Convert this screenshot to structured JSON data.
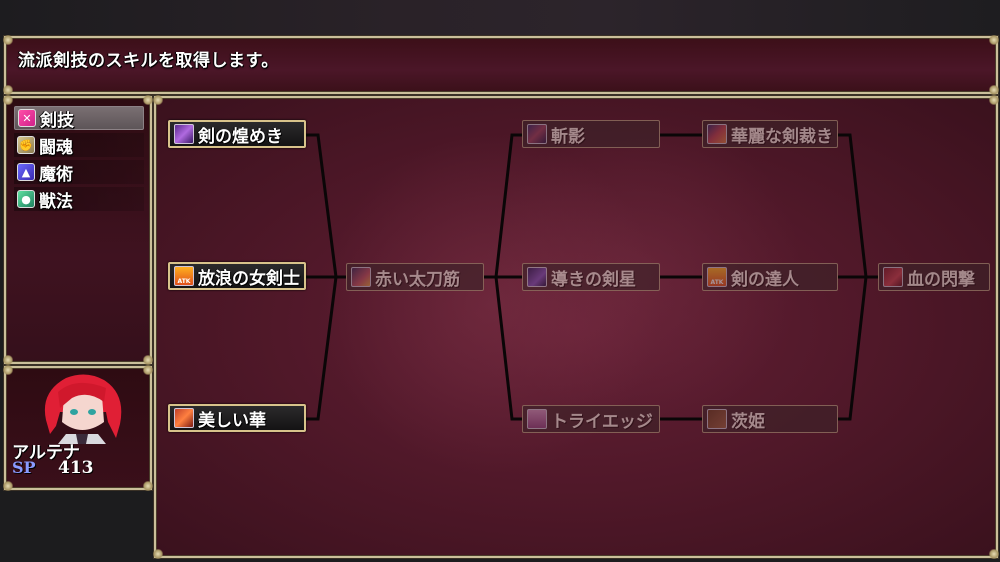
{
  "help": {
    "message": "流派剣技のスキルを取得します。"
  },
  "categories": [
    {
      "label": "剣技",
      "icon": "sword-icon",
      "selected": true
    },
    {
      "label": "闘魂",
      "icon": "fist-icon",
      "selected": false
    },
    {
      "label": "魔術",
      "icon": "wizard-hat-icon",
      "selected": false
    },
    {
      "label": "獣法",
      "icon": "beast-icon",
      "selected": false
    }
  ],
  "actor": {
    "name": "アルテナ",
    "sp_label": "SP",
    "sp_value": "413",
    "portrait": "red-haired-girl-portrait"
  },
  "skill_tree": {
    "nodes": [
      {
        "id": "n1",
        "label": "剣の煌めき",
        "icon": "sword-glint-icon",
        "state": "learned"
      },
      {
        "id": "n2",
        "label": "放浪の女剣士",
        "icon": "atk-up-icon",
        "state": "learned"
      },
      {
        "id": "n3",
        "label": "美しい華",
        "icon": "flower-burst-icon",
        "state": "learned"
      },
      {
        "id": "n4",
        "label": "赤い太刀筋",
        "icon": "red-slash-icon",
        "state": "locked"
      },
      {
        "id": "n5",
        "label": "斬影",
        "icon": "shadow-slash-icon",
        "state": "locked"
      },
      {
        "id": "n6",
        "label": "導きの剣星",
        "icon": "star-sword-icon",
        "state": "locked"
      },
      {
        "id": "n7",
        "label": "トライエッジ",
        "icon": "tri-edge-icon",
        "state": "locked"
      },
      {
        "id": "n8",
        "label": "華麗な剣裁き",
        "icon": "elegant-sword-icon",
        "state": "locked"
      },
      {
        "id": "n9",
        "label": "剣の達人",
        "icon": "atk-up-icon",
        "state": "locked"
      },
      {
        "id": "n10",
        "label": "茨姫",
        "icon": "thorn-icon",
        "state": "locked"
      },
      {
        "id": "n11",
        "label": "血の閃撃",
        "icon": "blood-strike-icon",
        "state": "locked"
      }
    ]
  },
  "colors": {
    "frame_gold": "#cbbf9a",
    "window_crimson": "#4a1627",
    "sp_blue": "#8a9aff",
    "locked_text": "#b39c9c"
  }
}
